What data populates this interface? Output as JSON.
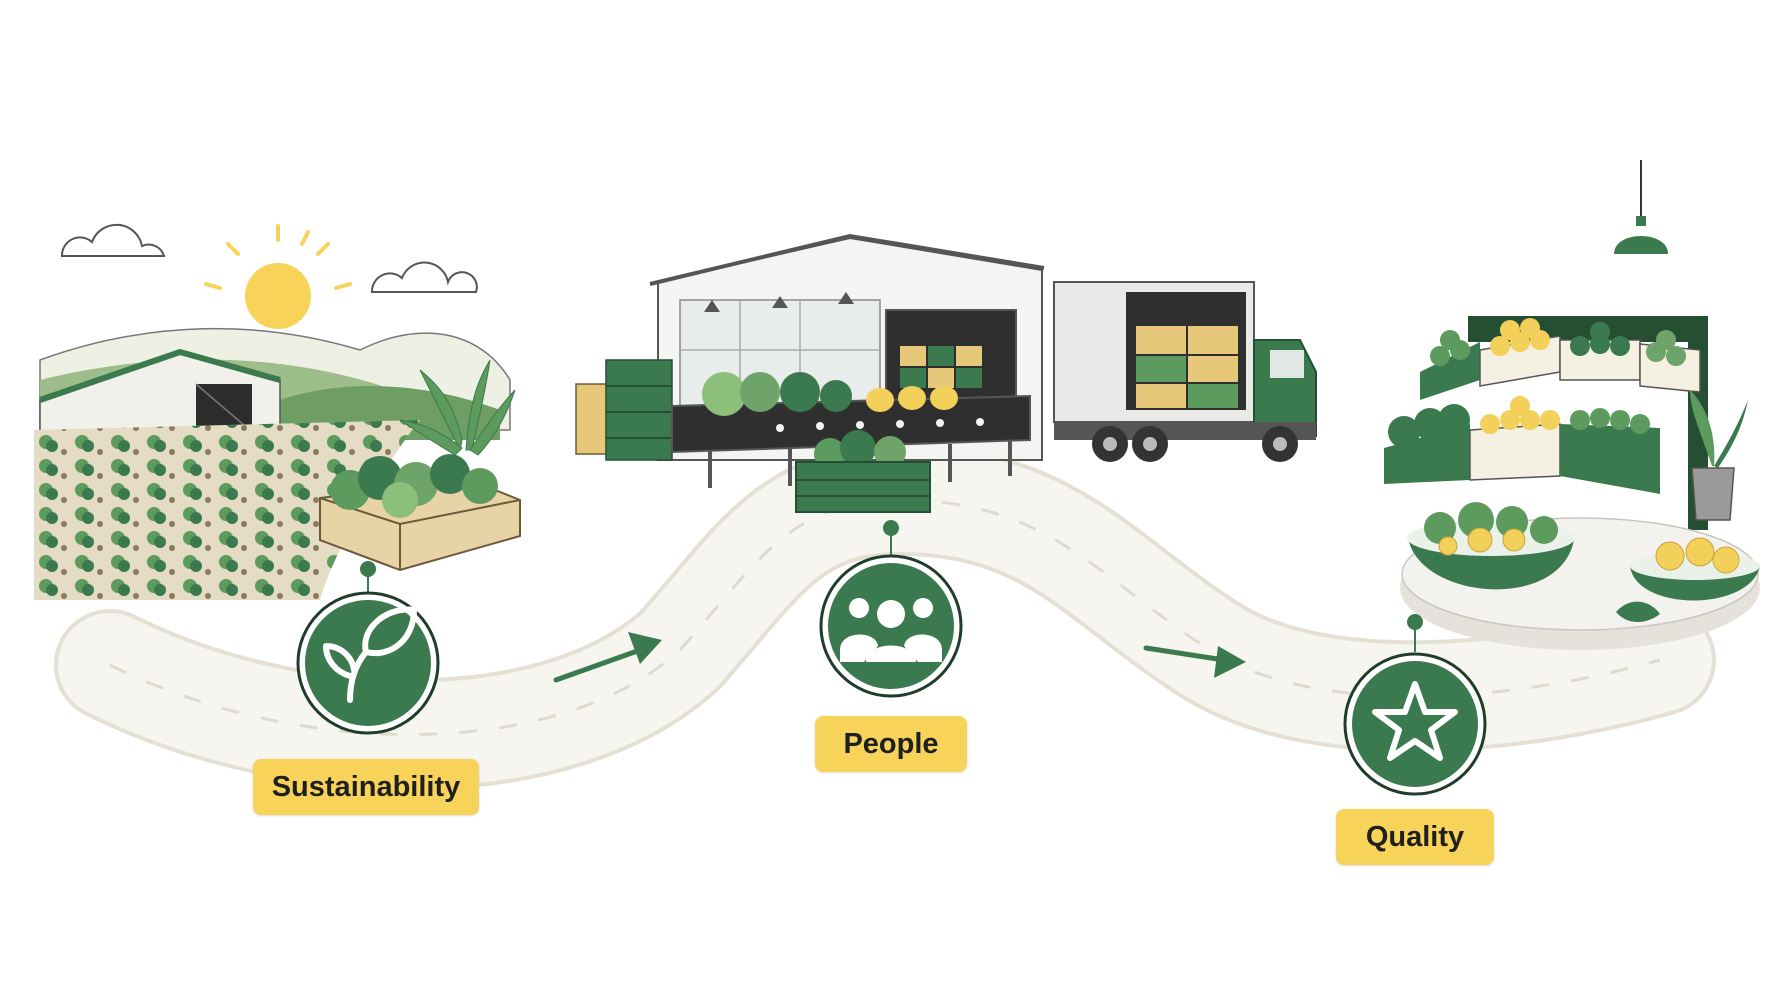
{
  "labels": {
    "sustainability": "Sustainability",
    "people": "People",
    "quality": "Quality"
  },
  "icons": {
    "sustainability": "leaf-sprout-icon",
    "people": "people-group-icon",
    "quality": "star-icon"
  },
  "colors": {
    "primary_green": "#3b7a4f",
    "label_yellow": "#f7d35a",
    "path_fill": "#f6f4ee",
    "lemon": "#f2d05a",
    "crate_tan": "#e7d3a6"
  }
}
